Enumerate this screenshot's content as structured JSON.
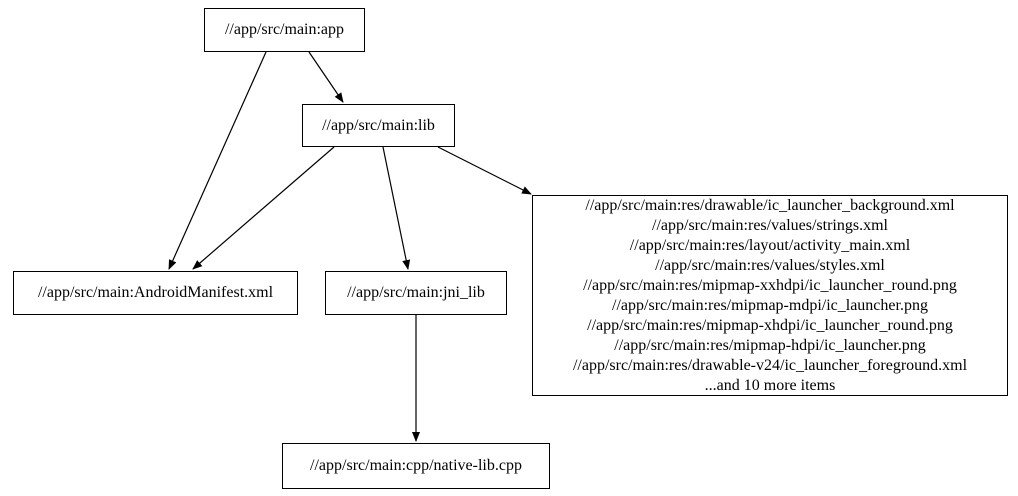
{
  "graph": {
    "type": "dependency-graph",
    "background_color": "#ffffff",
    "node_border_color": "#000000",
    "node_fill_color": "#ffffff",
    "edge_color": "#000000",
    "text_color": "#000000",
    "nodes": {
      "app": {
        "label": "//app/src/main:app"
      },
      "lib": {
        "label": "//app/src/main:lib"
      },
      "manifest": {
        "label": "//app/src/main:AndroidManifest.xml"
      },
      "jni_lib": {
        "label": "//app/src/main:jni_lib"
      },
      "resources": {
        "lines": [
          "//app/src/main:res/drawable/ic_launcher_background.xml",
          "//app/src/main:res/values/strings.xml",
          "//app/src/main:res/layout/activity_main.xml",
          "//app/src/main:res/values/styles.xml",
          "//app/src/main:res/mipmap-xxhdpi/ic_launcher_round.png",
          "//app/src/main:res/mipmap-mdpi/ic_launcher.png",
          "//app/src/main:res/mipmap-xhdpi/ic_launcher_round.png",
          "//app/src/main:res/mipmap-hdpi/ic_launcher.png",
          "//app/src/main:res/drawable-v24/ic_launcher_foreground.xml",
          "...and 10 more items"
        ]
      },
      "native_lib": {
        "label": "//app/src/main:cpp/native-lib.cpp"
      }
    },
    "edges": [
      {
        "from": "//app/src/main:app",
        "to": "//app/src/main:lib"
      },
      {
        "from": "//app/src/main:app",
        "to": "//app/src/main:AndroidManifest.xml"
      },
      {
        "from": "//app/src/main:lib",
        "to": "//app/src/main:AndroidManifest.xml"
      },
      {
        "from": "//app/src/main:lib",
        "to": "//app/src/main:jni_lib"
      },
      {
        "from": "//app/src/main:lib",
        "to": "resources-group"
      },
      {
        "from": "//app/src/main:jni_lib",
        "to": "//app/src/main:cpp/native-lib.cpp"
      }
    ]
  }
}
